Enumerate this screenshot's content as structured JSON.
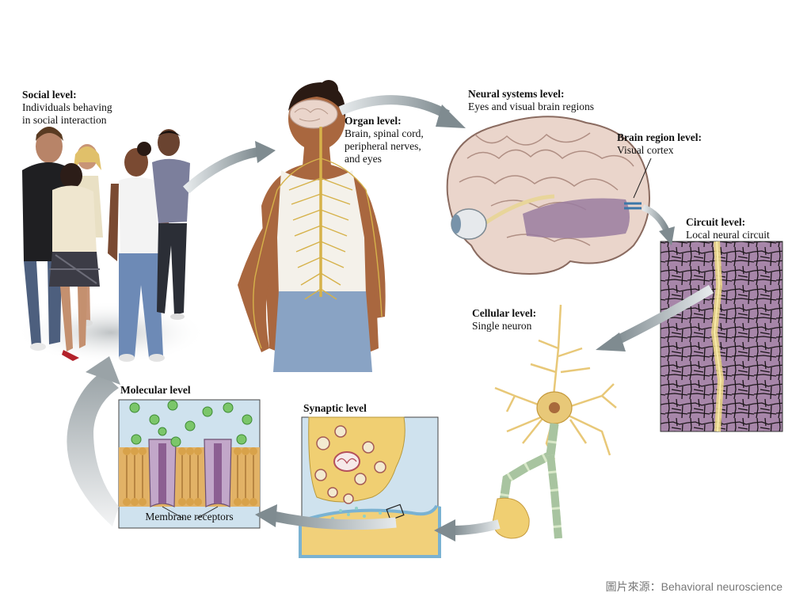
{
  "levels": {
    "social": {
      "title": "Social level:",
      "desc": "Individuals behaving\nin social interaction"
    },
    "organ": {
      "title": "Organ level:",
      "desc": "Brain, spinal cord,\nperipheral nerves,\nand eyes"
    },
    "neural": {
      "title": "Neural systems level:",
      "desc": "Eyes and visual brain regions"
    },
    "region": {
      "title": "Brain region level:",
      "desc": "Visual cortex"
    },
    "circuit": {
      "title": "Circuit level:",
      "desc": "Local neural circuit"
    },
    "cellular": {
      "title": "Cellular level:",
      "desc": "Single neuron"
    },
    "synaptic": {
      "title": "Synaptic level"
    },
    "molecular": {
      "title": "Molecular level",
      "caption": "Membrane receptors"
    }
  },
  "credit": "圖片來源：Behavioral neuroscience",
  "colors": {
    "arrow": "#8c979c",
    "skin": "#a9673f",
    "nerve": "#d6b24a",
    "brain": "#ead5cb",
    "cortex": "#9a7ca0",
    "circuit_bg": "#a786a9",
    "neuron": "#e8c878",
    "terminal": "#f0cf72",
    "membrane_head": "#d8a24a",
    "receptor": "#c2a7c9",
    "fluid": "#cfe2ee"
  }
}
